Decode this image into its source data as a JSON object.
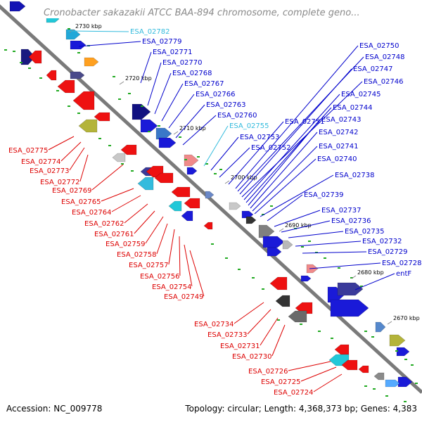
{
  "title": "Cronobacter sakazakii ATCC BAA-894 chromosome, complete geno...",
  "footer": {
    "accession": "Accession: NC_009778",
    "summary": "Topology: circular; Length: 4,368,373 bp; Genes: 4,383"
  },
  "colors": {
    "backbone": "#7a7a7a",
    "forward_label": "#0000cc",
    "reverse_label": "#dd0000",
    "highlight_label": "#33bbdd",
    "tick": "#22aa22",
    "forward_gene": "#1a1ad8",
    "reverse_gene": "#ee1111"
  },
  "ticks": [
    "2730 kbp",
    "2720 kbp",
    "2710 kbp",
    "2700 kbp",
    "2690 kbp",
    "2680 kbp",
    "2670 kbp"
  ],
  "forward_labels": [
    "ESA_02782",
    "ESA_02779",
    "ESA_02771",
    "ESA_02770",
    "ESA_02768",
    "ESA_02767",
    "ESA_02766",
    "ESA_02763",
    "ESA_02760",
    "ESA_02755",
    "ESA_02753",
    "ESA_02752",
    "ESA_02751",
    "ESA_02750",
    "ESA_02748",
    "ESA_02747",
    "ESA_02746",
    "ESA_02745",
    "ESA_02744",
    "ESA_02743",
    "ESA_02742",
    "ESA_02741",
    "ESA_02740",
    "ESA_02738",
    "ESA_02739",
    "ESA_02737",
    "ESA_02736",
    "ESA_02735",
    "ESA_02732",
    "ESA_02729",
    "ESA_02728",
    "entF"
  ],
  "reverse_labels": [
    "ESA_02775",
    "ESA_02774",
    "ESA_02773",
    "ESA_02772",
    "ESA_02769",
    "ESA_02765",
    "ESA_02764",
    "ESA_02762",
    "ESA_02761",
    "ESA_02759",
    "ESA_02758",
    "ESA_02757",
    "ESA_02756",
    "ESA_02754",
    "ESA_02749",
    "ESA_02734",
    "ESA_02733",
    "ESA_02731",
    "ESA_02730",
    "ESA_02726",
    "ESA_02725",
    "ESA_02724"
  ]
}
